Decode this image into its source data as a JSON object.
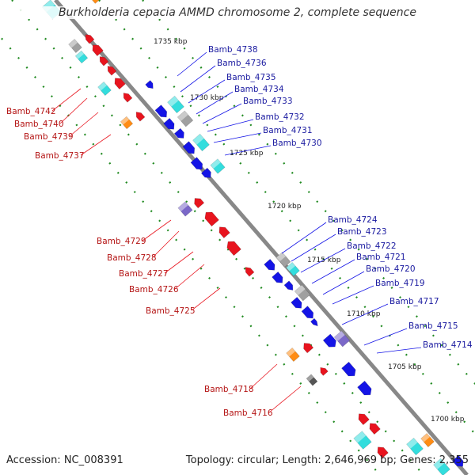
{
  "title": "Burkholderia cepacia AMMD chromosome 2, complete sequence",
  "footer": {
    "accession": "Accession: NC_008391",
    "topology": "Topology: circular; Length: 2,646,969 bp; Genes: 2,355"
  },
  "scale_labels": [
    "1735 kbp",
    "1730 kbp",
    "1725 kbp",
    "1720 kbp",
    "1715 kbp",
    "1710 kbp",
    "1705 kbp",
    "1700 kbp"
  ],
  "genes_right": [
    "Bamb_4738",
    "Bamb_4736",
    "Bamb_4735",
    "Bamb_4734",
    "Bamb_4733",
    "Bamb_4732",
    "Bamb_4731",
    "Bamb_4730",
    "Bamb_4724",
    "Bamb_4723",
    "Bamb_4722",
    "Bamb_4721",
    "Bamb_4720",
    "Bamb_4719",
    "Bamb_4717",
    "Bamb_4715",
    "Bamb_4714"
  ],
  "genes_left": [
    "Bamb_4742",
    "Bamb_4740",
    "Bamb_4739",
    "Bamb_4737",
    "Bamb_4729",
    "Bamb_4728",
    "Bamb_4727",
    "Bamb_4726",
    "Bamb_4725",
    "Bamb_4718",
    "Bamb_4716"
  ],
  "colors": {
    "reverse_cds": "#e8141e",
    "forward_cds": "#1414e6",
    "rna": "#33dddd",
    "other": "#ff8c14",
    "misc": "#a0a0a0",
    "backbone": "#888888",
    "scale_dots": "#228b22",
    "label_right": "#1a1aa0",
    "label_left": "#b41414"
  }
}
